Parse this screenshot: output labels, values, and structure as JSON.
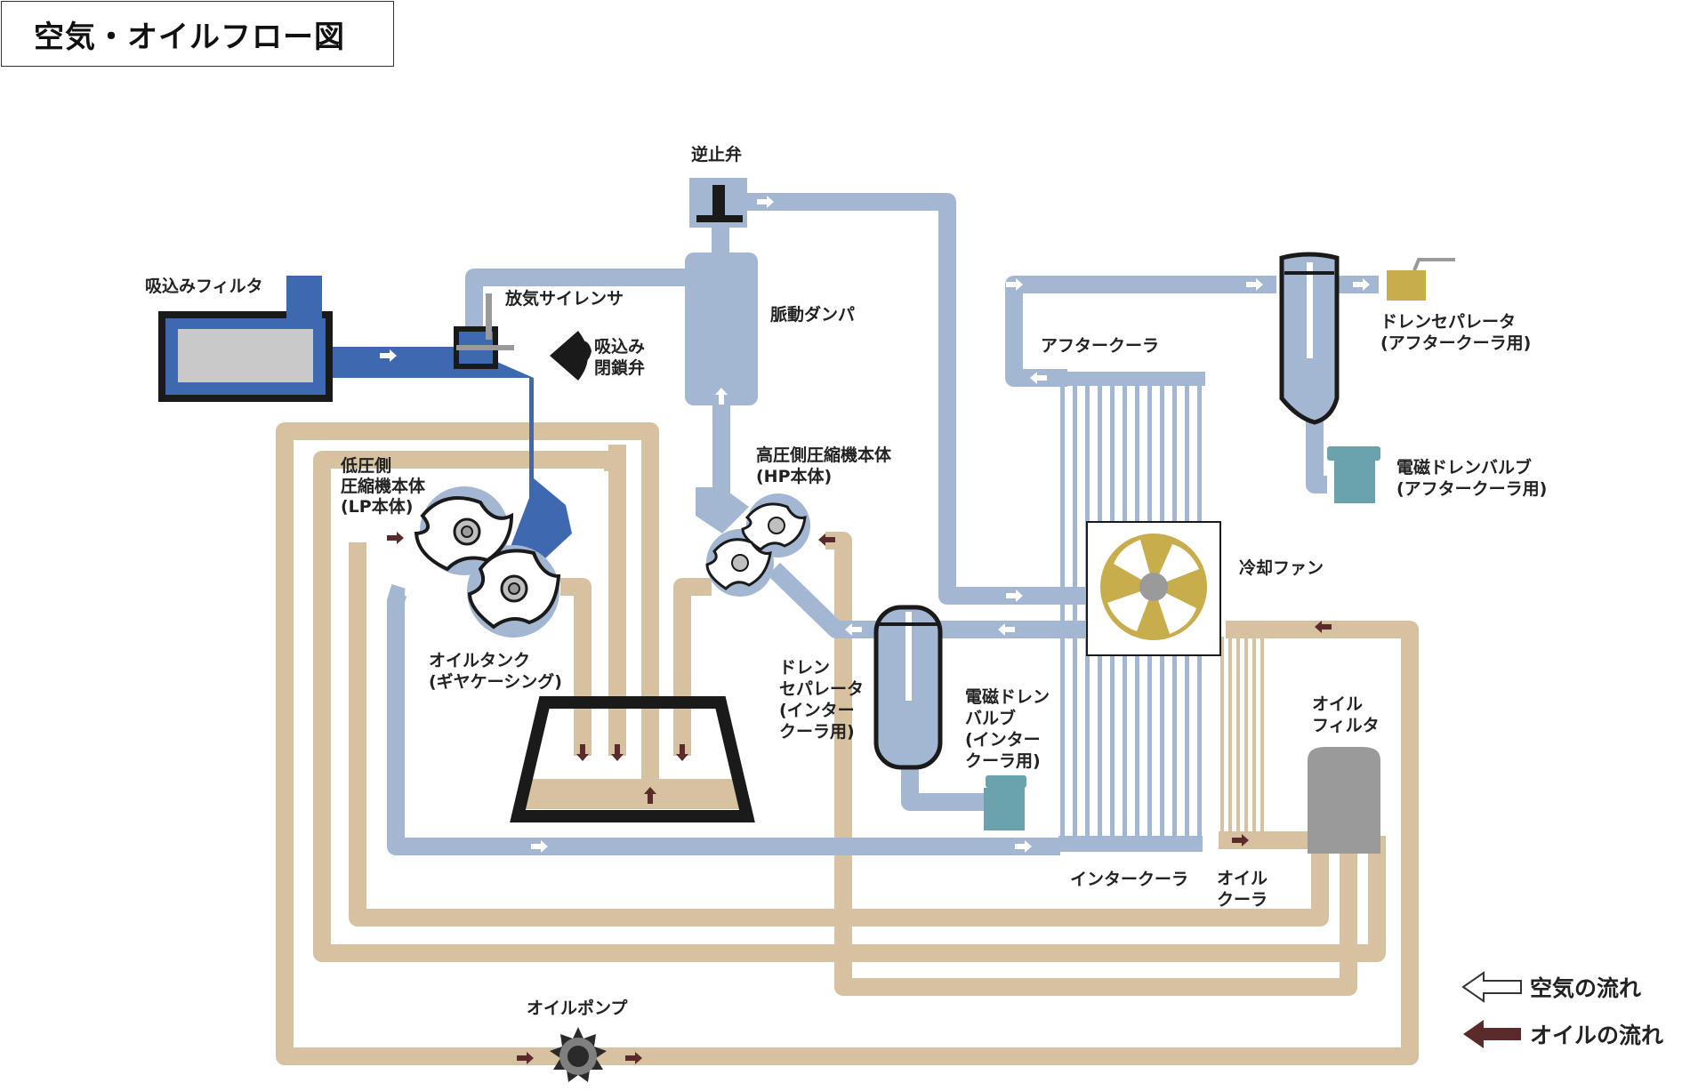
{
  "title": "空気・オイルフロー図",
  "labels": {
    "intake_filter": "吸込みフィルタ",
    "release_silencer": "放気サイレンサ",
    "intake_valve_1": "吸込み",
    "intake_valve_2": "閉鎖弁",
    "check_valve": "逆止弁",
    "pulsation_damper": "脈動ダンパ",
    "lp_body_1": "低圧側",
    "lp_body_2": "圧縮機本体",
    "lp_body_3": "(LP本体)",
    "hp_body_1": "高圧側圧縮機本体",
    "hp_body_2": "(HP本体)",
    "oil_tank_1": "オイルタンク",
    "oil_tank_2": "(ギヤケーシング)",
    "drain_sep_inter_1": "ドレン",
    "drain_sep_inter_2": "セパレータ",
    "drain_sep_inter_3": "(インター",
    "drain_sep_inter_4": "クーラ用)",
    "solenoid_inter_1": "電磁ドレン",
    "solenoid_inter_2": "バルブ",
    "solenoid_inter_3": "(インター",
    "solenoid_inter_4": "クーラ用)",
    "aftercooler": "アフタークーラ",
    "drain_sep_after_1": "ドレンセパレータ",
    "drain_sep_after_2": "(アフタークーラ用)",
    "solenoid_after_1": "電磁ドレンバルブ",
    "solenoid_after_2": "(アフタークーラ用)",
    "cooling_fan": "冷却ファン",
    "oil_filter_1": "オイル",
    "oil_filter_2": "フィルタ",
    "intercooler": "インタークーラ",
    "oil_cooler_1": "オイル",
    "oil_cooler_2": "クーラ",
    "oil_pump": "オイルポンプ"
  },
  "legend": {
    "air_flow": "空気の流れ",
    "oil_flow": "オイルの流れ"
  },
  "colors": {
    "air_pipe": "#a3b7d3",
    "intake_pipe": "#3e68b0",
    "oil_pipe": "#d6c2a0",
    "oil_arrow": "#5b2a2a",
    "fan_blade": "#c8ad4c",
    "drain_valve": "#6aa2ad",
    "filter_gray": "#9a9a9a",
    "outline": "#1a1a1a"
  }
}
